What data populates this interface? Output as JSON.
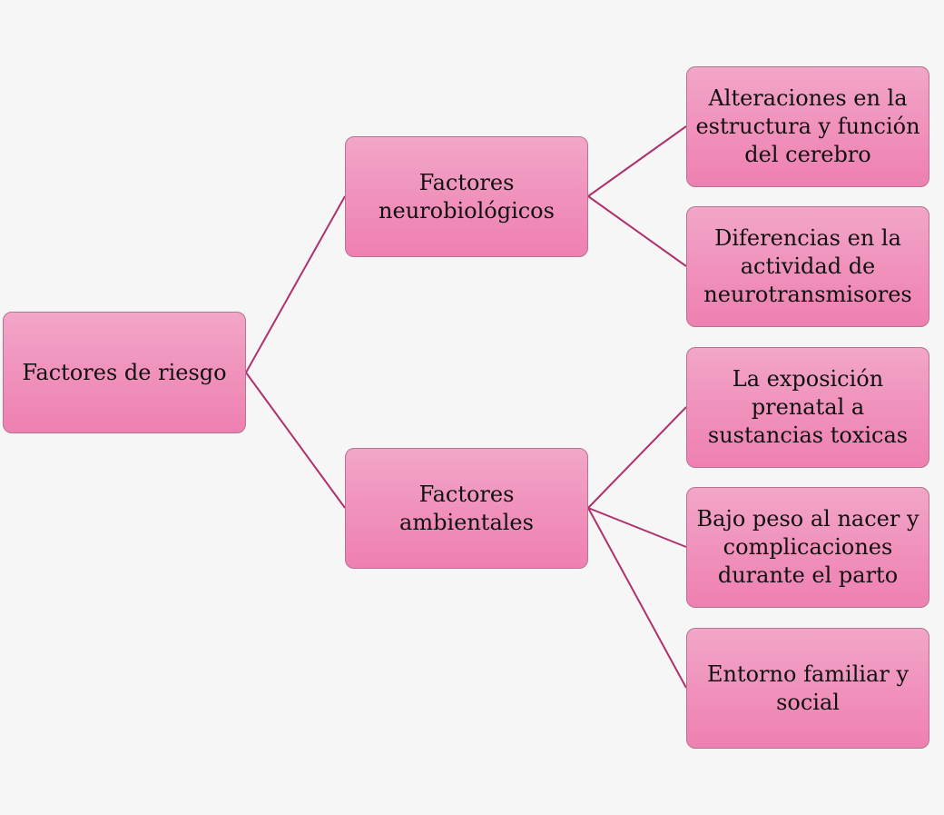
{
  "diagram": {
    "root": {
      "label": "Factores de riesgo"
    },
    "branches": [
      {
        "label": "Factores neurobiológicos",
        "children": [
          "Alteraciones en la estructura y función del cerebro",
          "Diferencias en la actividad de neurotransmisores"
        ]
      },
      {
        "label": "Factores ambientales",
        "children": [
          "La exposición prenatal a sustancias toxicas",
          "Bajo peso al nacer y complicaciones durante el parto",
          "Entorno familiar y social"
        ]
      }
    ]
  },
  "colors": {
    "node_fill": "#f090bb",
    "node_border": "#b5758f",
    "connector": "#b0306e",
    "background": "#f6f6f6"
  }
}
